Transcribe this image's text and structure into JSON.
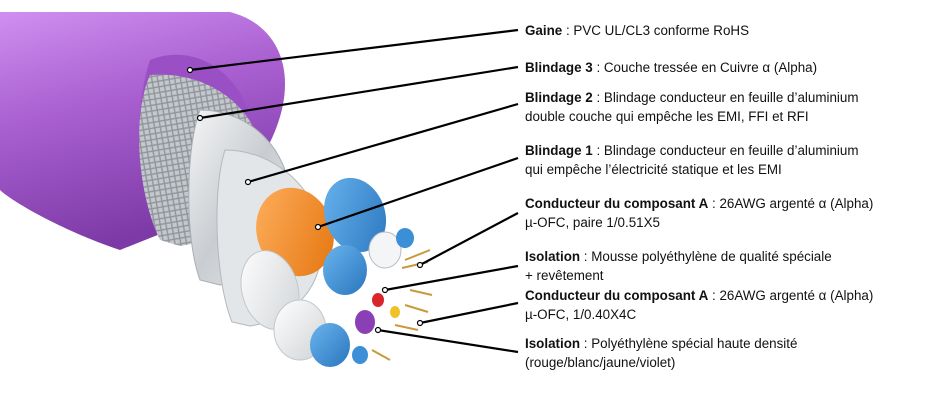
{
  "colors": {
    "jacket": "#a35bc9",
    "jacket_light": "#c98be6",
    "shield_foil": "#d9dcde",
    "braid": "#b9bdc1",
    "pair_orange": "#f08a1e",
    "pair_blue": "#3a8fd6",
    "pair_white": "#f2f3f4",
    "core_violet": "#8a3fb5",
    "leader_line": "#000000"
  },
  "labels": [
    {
      "id": "gaine",
      "term": "Gaine",
      "sep": " : ",
      "lines": [
        "PVC UL/CL3 conforme RoHS"
      ]
    },
    {
      "id": "blindage-3",
      "term": "Blindage 3",
      "sep": " : ",
      "lines": [
        "Couche tressée en Cuivre α (Alpha)"
      ]
    },
    {
      "id": "blindage-2",
      "term": "Blindage 2",
      "sep": " : ",
      "lines": [
        "Blindage conducteur en feuille d’aluminium",
        "double couche qui empêche les EMI, FFI et RFI"
      ]
    },
    {
      "id": "blindage-1",
      "term": "Blindage 1",
      "sep": " : ",
      "lines": [
        "Blindage conducteur en feuille d’aluminium",
        "qui empêche l’électricité statique et les EMI"
      ]
    },
    {
      "id": "conducteur-a1",
      "term": "Conducteur du composant A",
      "sep": " : ",
      "lines": [
        "26AWG argenté α (Alpha)",
        "µ-OFC, paire 1/0.51X5"
      ]
    },
    {
      "id": "isolation-1",
      "term": "Isolation",
      "sep": " : ",
      "lines": [
        "Mousse polyéthylène de qualité spéciale",
        "+ revêtement"
      ]
    },
    {
      "id": "conducteur-a2",
      "term": "Conducteur du composant A",
      "sep": " : ",
      "lines": [
        "26AWG argenté α (Alpha)",
        "µ-OFC, 1/0.40X4C"
      ]
    },
    {
      "id": "isolation-2",
      "term": "Isolation",
      "sep": " : ",
      "lines": [
        "Polyéthylène spécial haute densité",
        "(rouge/blanc/jaune/violet)"
      ]
    }
  ]
}
